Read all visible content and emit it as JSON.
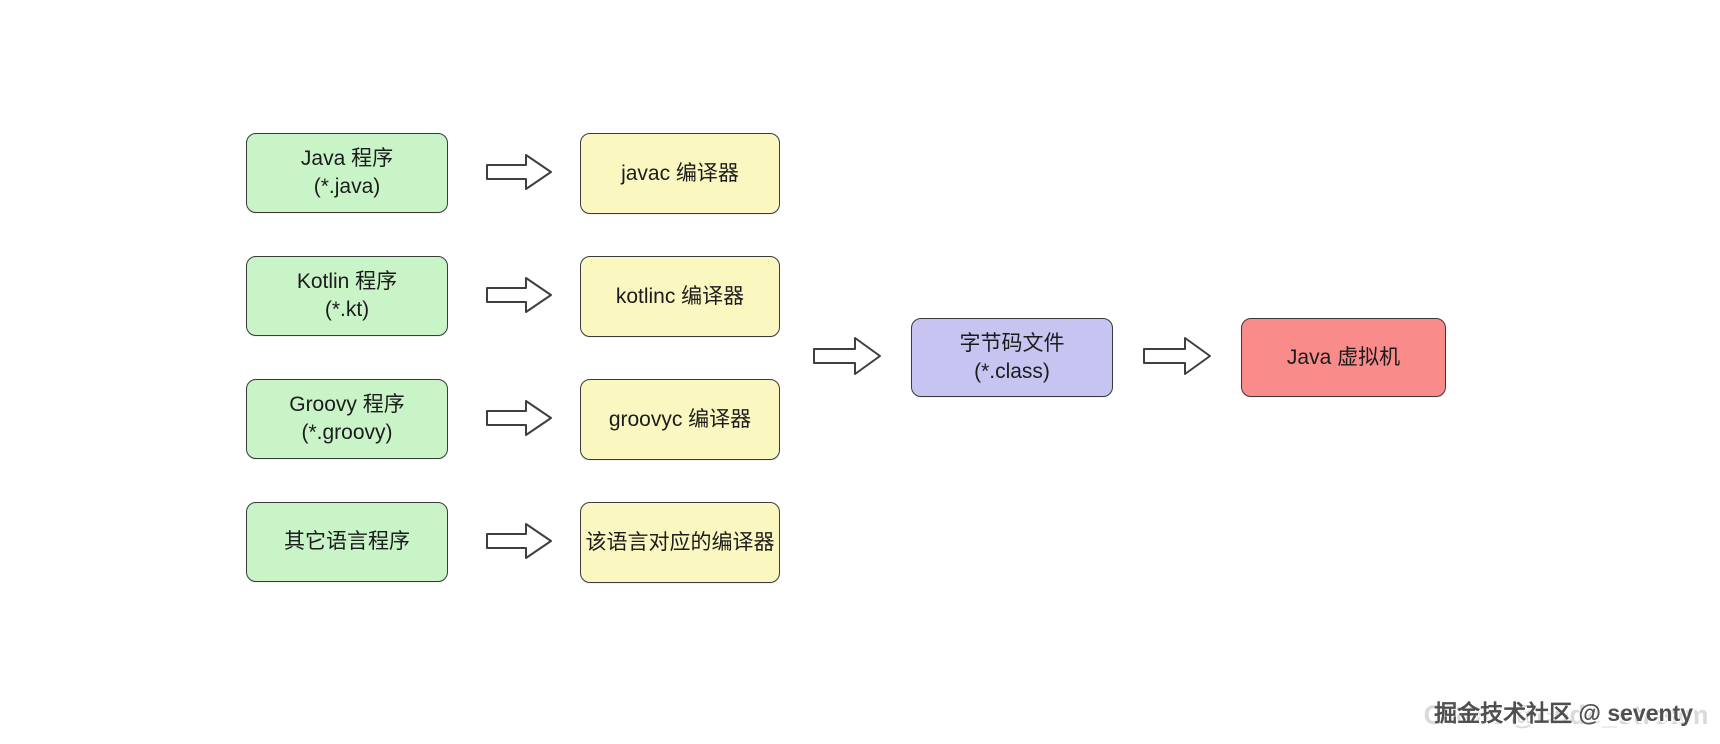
{
  "diagram": {
    "rows": [
      {
        "source": {
          "line1": "Java 程序",
          "line2": "(*.java)"
        },
        "compiler": "javac 编译器"
      },
      {
        "source": {
          "line1": "Kotlin 程序",
          "line2": "(*.kt)"
        },
        "compiler": "kotlinc 编译器"
      },
      {
        "source": {
          "line1": "Groovy 程序",
          "line2": "(*.groovy)"
        },
        "compiler": "groovyc 编译器"
      },
      {
        "source": {
          "line1": "其它语言程序",
          "line2": ""
        },
        "compiler": "该语言对应的编译器"
      }
    ],
    "bytecode": {
      "line1": "字节码文件",
      "line2": "(*.class)"
    },
    "jvm": {
      "label": "Java 虚拟机"
    },
    "colors": {
      "source_fill": "#c8f4c8",
      "compiler_fill": "#fbf7c0",
      "bytecode_fill": "#c6c4f0",
      "jvm_fill": "#f98b8b",
      "border": "#3a3a3a",
      "text": "#1c1c1c",
      "arrow_fill": "#ffffff",
      "arrow_outline": "#3f3f3f"
    }
  },
  "watermarks": {
    "front": "掘金技术社区 @ seventy",
    "back": "CSDN @code_stream"
  }
}
